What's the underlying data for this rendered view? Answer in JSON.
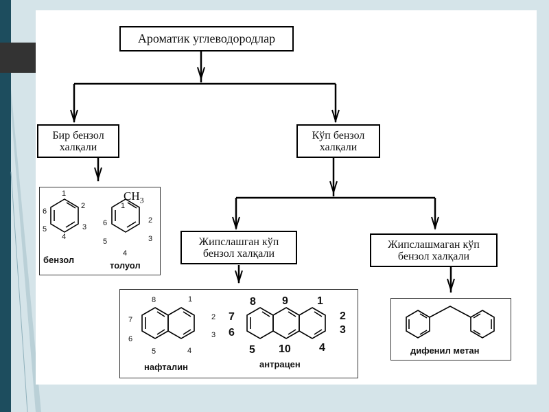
{
  "title": "Ароматик углеводородлар",
  "branches": {
    "single": {
      "line1": "Бир бензол",
      "line2": "халқали"
    },
    "multi": {
      "line1": "Кўп бензол",
      "line2": "халқали"
    },
    "fused": {
      "line1": "Жипслашган кўп",
      "line2": "бензол халқали"
    },
    "nonfused": {
      "line1": "Жипслашмаган кўп",
      "line2": "бензол халқали"
    }
  },
  "molecules": {
    "benzene": {
      "name": "бензол",
      "positions": [
        "1",
        "2",
        "3",
        "4",
        "5",
        "6"
      ]
    },
    "toluene": {
      "name": "толуол",
      "substituent": "CH",
      "substituent_sub": "3",
      "positions": [
        "1",
        "2",
        "3",
        "4",
        "5",
        "6"
      ]
    },
    "naphthalene": {
      "name": "нафталин",
      "positions": [
        "1",
        "2",
        "3",
        "4",
        "5",
        "6",
        "7",
        "8"
      ]
    },
    "anthracene": {
      "name": "антрацен",
      "positions": [
        "1",
        "2",
        "3",
        "4",
        "5",
        "6",
        "7",
        "8",
        "9",
        "10"
      ]
    },
    "diphenylmethane": {
      "name": "дифенил метан"
    }
  },
  "colors": {
    "background": "#d5e4e9",
    "slide_accent": "#1d4d5e",
    "dark_tab": "#333333"
  }
}
